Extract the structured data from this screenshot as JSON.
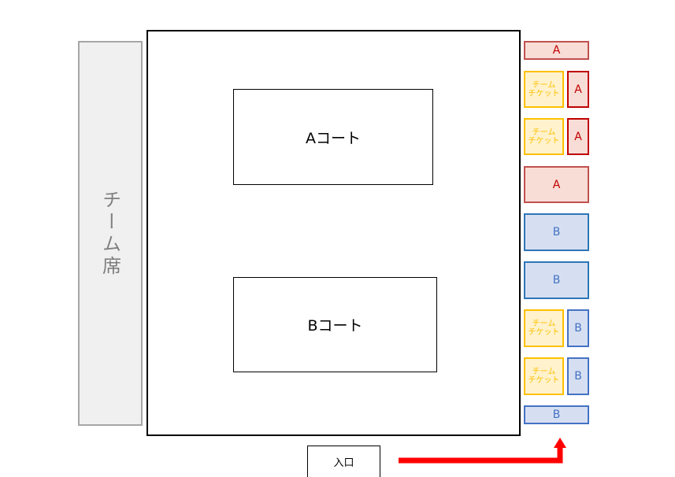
{
  "team_seat": {
    "label": "チーム席"
  },
  "courts": {
    "a": {
      "label": "Aコート"
    },
    "b": {
      "label": "Bコート"
    }
  },
  "right_seats": [
    {
      "label": "A",
      "kind": "A"
    },
    {
      "ticket": [
        "チーム",
        "チケット"
      ],
      "label": "A",
      "kind": "A"
    },
    {
      "ticket": [
        "チーム",
        "チケット"
      ],
      "label": "A",
      "kind": "A"
    },
    {
      "label": "A",
      "kind": "A"
    },
    {
      "label": "B",
      "kind": "B"
    },
    {
      "label": "B",
      "kind": "B"
    },
    {
      "ticket": [
        "チーム",
        "チケット"
      ],
      "label": "B",
      "kind": "B"
    },
    {
      "ticket": [
        "チーム",
        "チケット"
      ],
      "label": "B",
      "kind": "B"
    },
    {
      "label": "B",
      "kind": "B"
    }
  ],
  "entrance": {
    "label": "入口"
  },
  "colors": {
    "arrow": "#ff0000",
    "seat_a_fill": "#f8dcd6",
    "seat_a_text": "#c00000",
    "seat_b_fill": "#d6dff2",
    "seat_b_text": "#4472c4",
    "ticket_fill": "#fff2cc",
    "ticket_text": "#ffc000",
    "team_seat_fill": "#f0f0f0"
  }
}
